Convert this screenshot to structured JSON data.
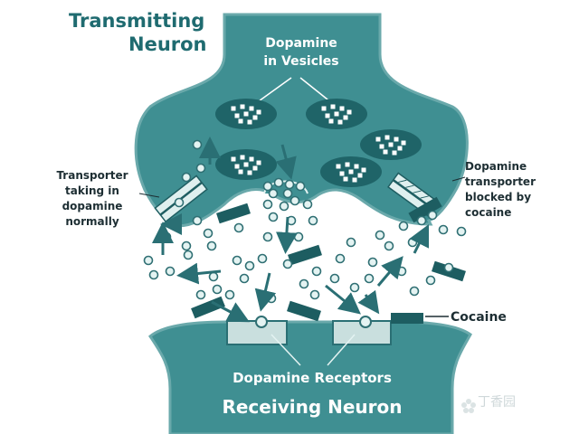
{
  "labels": {
    "transmitting_line1": "Transmitting",
    "transmitting_line2": "Neuron",
    "vesicles_line1": "Dopamine",
    "vesicles_line2": "in Vesicles",
    "transporter_normal": [
      "Transporter",
      "taking in",
      "dopamine",
      "normally"
    ],
    "transporter_blocked": [
      "Dopamine",
      "transporter",
      "blocked by",
      "cocaine"
    ],
    "cocaine": "Cocaine",
    "receptors": "Dopamine Receptors",
    "receiving": "Receiving Neuron"
  },
  "watermark": "丁香园",
  "colors": {
    "neuron": "#3f8f92",
    "neuron_edge": "#6aa9ab",
    "vesicle": "#1f6468",
    "dopamine_fill": "#e4f3f2",
    "dopamine_edge": "#2f6f73",
    "cocaine": "#1d5d61",
    "arrow": "#2a6f74",
    "receptor": "#c9dfde",
    "title": "#1f6b70"
  }
}
